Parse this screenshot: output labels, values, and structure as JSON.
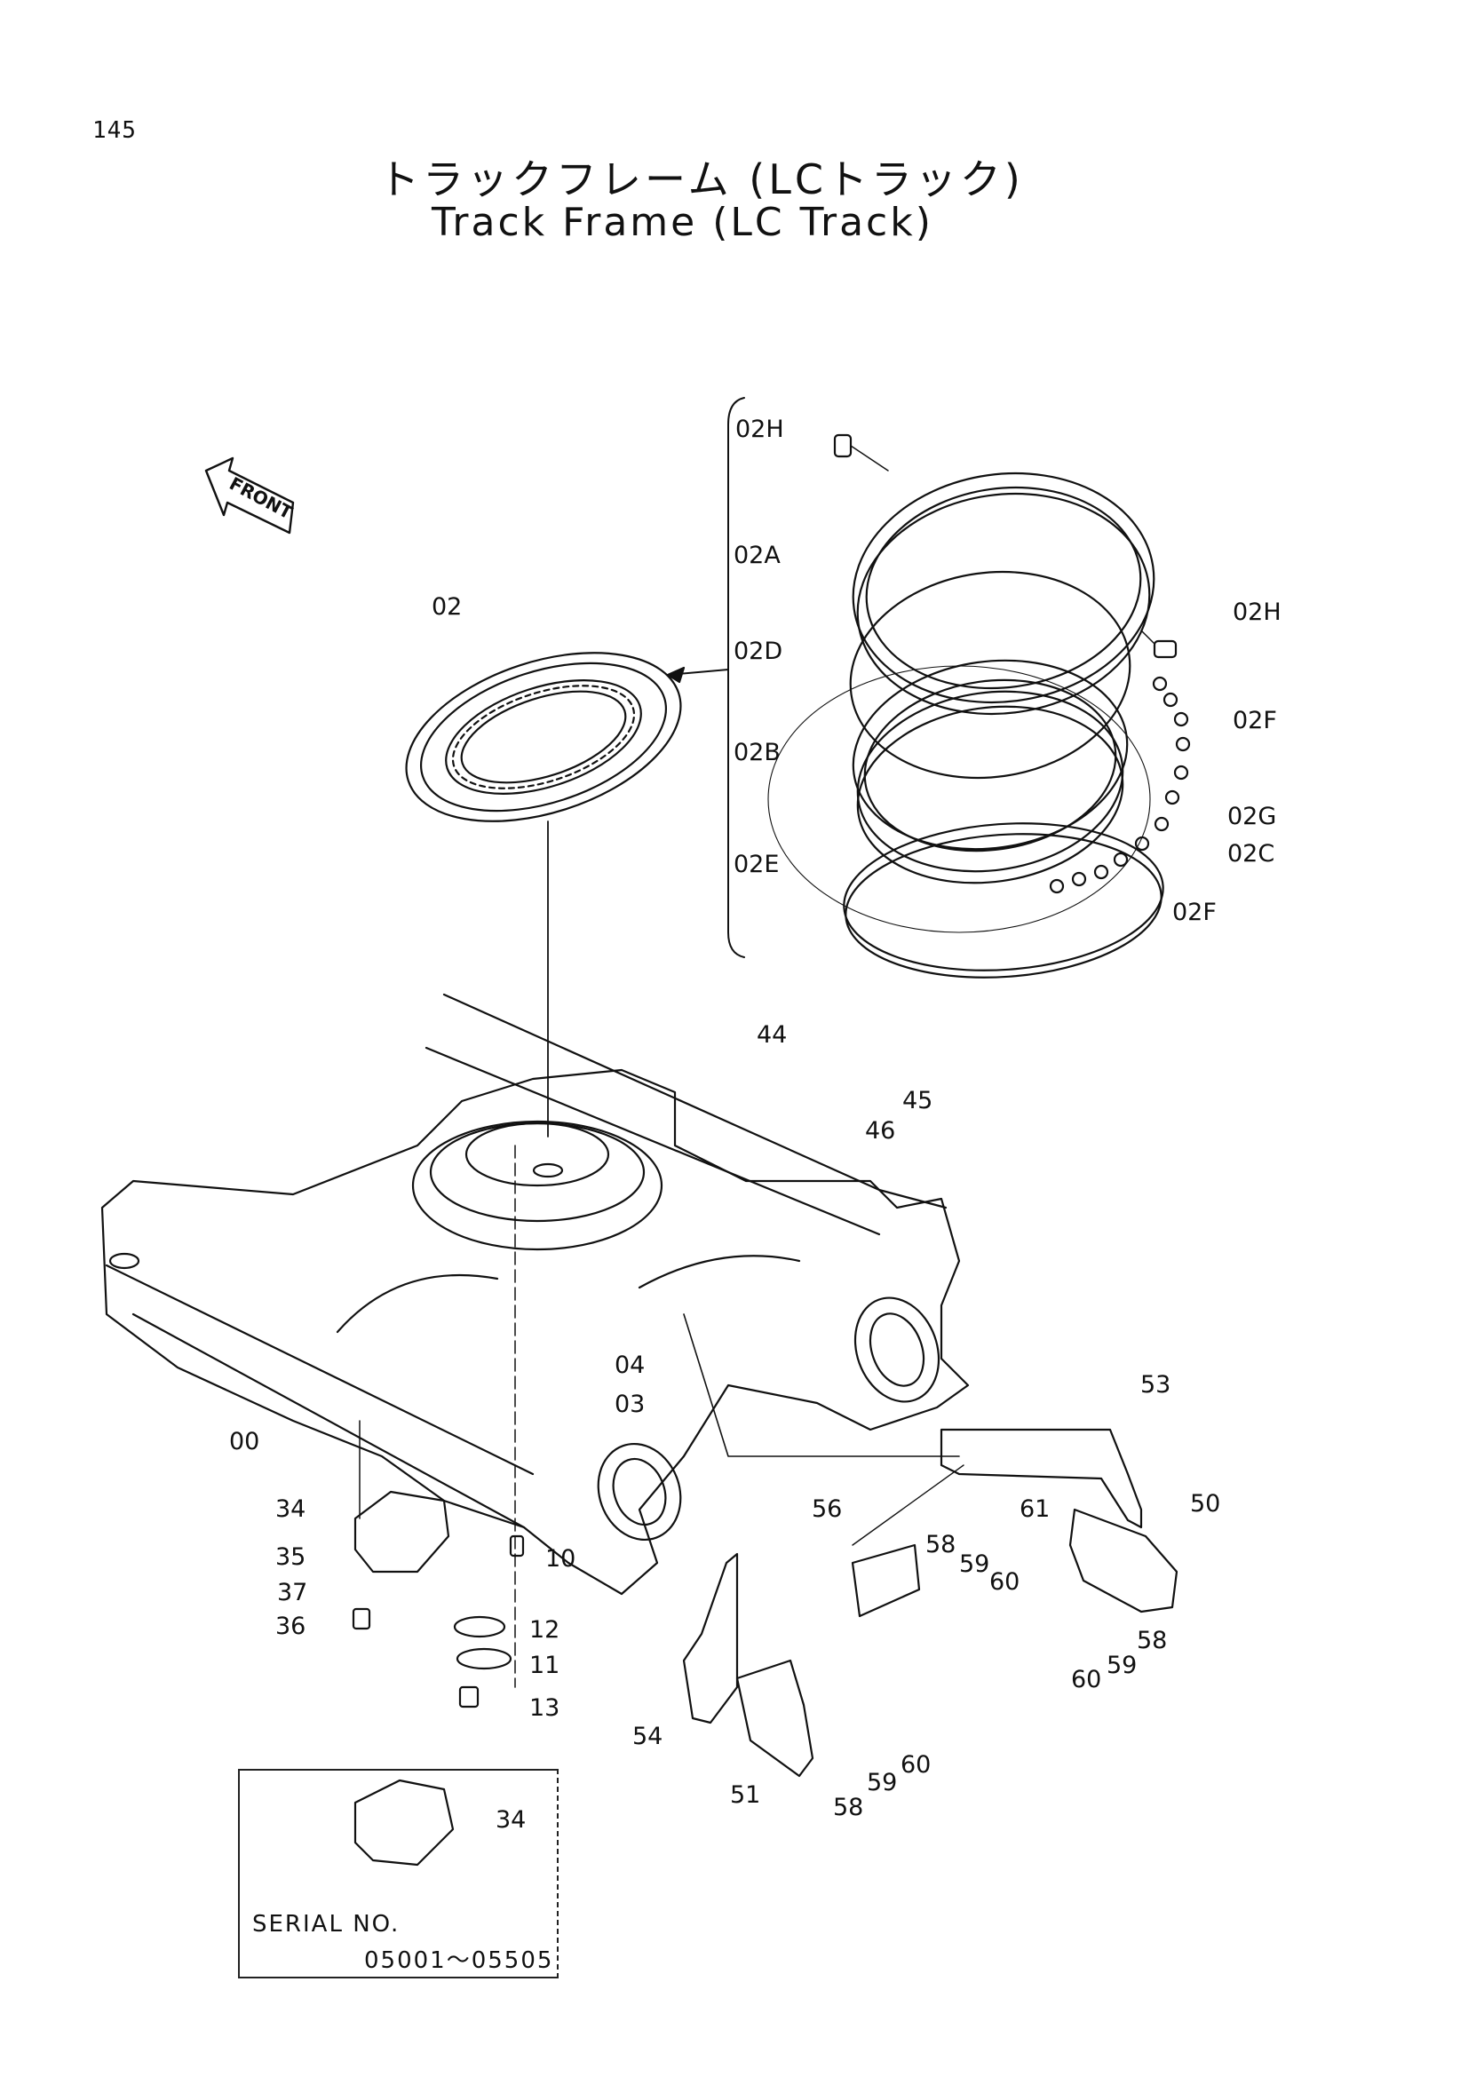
{
  "page_number": "145",
  "title_japanese": "トラックフレーム (LCトラック)",
  "title_english": "Track Frame (LC Track)",
  "front_label": "FRONT",
  "serial": {
    "label": "SERIAL  NO.",
    "range": "05001～05505"
  },
  "callouts": [
    {
      "id": "02H-top",
      "text": "02H"
    },
    {
      "id": "02A",
      "text": "02A"
    },
    {
      "id": "02",
      "text": "02"
    },
    {
      "id": "02H-right",
      "text": "02H"
    },
    {
      "id": "02D",
      "text": "02D"
    },
    {
      "id": "02F-upper",
      "text": "02F"
    },
    {
      "id": "02B",
      "text": "02B"
    },
    {
      "id": "02G",
      "text": "02G"
    },
    {
      "id": "02C",
      "text": "02C"
    },
    {
      "id": "02E",
      "text": "02E"
    },
    {
      "id": "02F-lower",
      "text": "02F"
    },
    {
      "id": "44",
      "text": "44"
    },
    {
      "id": "45",
      "text": "45"
    },
    {
      "id": "46",
      "text": "46"
    },
    {
      "id": "04",
      "text": "04"
    },
    {
      "id": "03",
      "text": "03"
    },
    {
      "id": "00",
      "text": "00"
    },
    {
      "id": "53",
      "text": "53"
    },
    {
      "id": "50",
      "text": "50"
    },
    {
      "id": "61",
      "text": "61"
    },
    {
      "id": "56",
      "text": "56"
    },
    {
      "id": "58-a",
      "text": "58"
    },
    {
      "id": "59-a",
      "text": "59"
    },
    {
      "id": "60-a",
      "text": "60"
    },
    {
      "id": "34",
      "text": "34"
    },
    {
      "id": "35",
      "text": "35"
    },
    {
      "id": "10",
      "text": "10"
    },
    {
      "id": "37",
      "text": "37"
    },
    {
      "id": "36",
      "text": "36"
    },
    {
      "id": "12",
      "text": "12"
    },
    {
      "id": "11",
      "text": "11"
    },
    {
      "id": "13",
      "text": "13"
    },
    {
      "id": "58-b",
      "text": "58"
    },
    {
      "id": "59-b",
      "text": "59"
    },
    {
      "id": "60-b",
      "text": "60"
    },
    {
      "id": "54",
      "text": "54"
    },
    {
      "id": "60-c",
      "text": "60"
    },
    {
      "id": "59-c",
      "text": "59"
    },
    {
      "id": "51",
      "text": "51"
    },
    {
      "id": "58-c",
      "text": "58"
    },
    {
      "id": "34-inset",
      "text": "34"
    }
  ]
}
